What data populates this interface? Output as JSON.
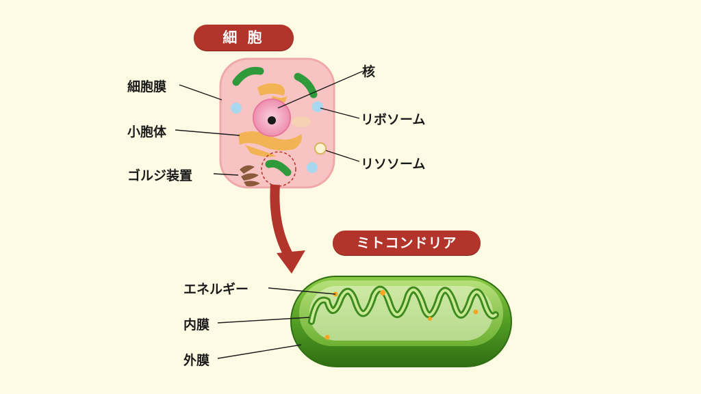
{
  "cell": {
    "title": "細 胞",
    "labels": {
      "membrane": "細胞膜",
      "vesicle": "小胞体",
      "golgi": "ゴルジ装置",
      "nucleus": "核",
      "ribosome": "リボソーム",
      "lysosome": "リソソーム"
    }
  },
  "mitochondria": {
    "title": "ミトコンドリア",
    "labels": {
      "energy": "エネルギー",
      "inner_membrane": "内膜",
      "outer_membrane": "外膜"
    }
  },
  "colors": {
    "background": "#fdfbe3",
    "title_pill": "#b3342b",
    "cell_fill": "#f8c3c3",
    "mitochondria_green": "#5aa52a",
    "arrow": "#b3342b"
  }
}
